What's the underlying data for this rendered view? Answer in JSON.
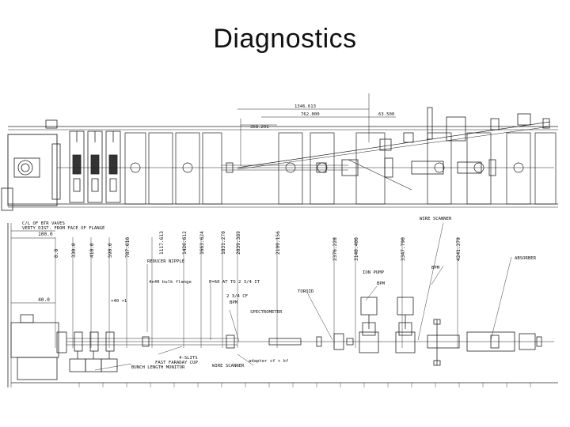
{
  "slide": {
    "title": "Diagnostics"
  },
  "top_view": {
    "dimensions": [
      "1346.613",
      "762.000",
      "358.291",
      "63.500"
    ]
  },
  "side_view": {
    "header_note": [
      "C/L OF BTR VAVES",
      "VERTY DIST. FROM FACE OF FLANGE"
    ],
    "left_dims": [
      "100.0",
      "40.0"
    ],
    "vertical_dims": [
      "0.0",
      "330.0",
      "410.0",
      "590.0",
      "787.616",
      "1117.613",
      "1426.612",
      "1663.624",
      "1831.270",
      "2039.389",
      "2199.156",
      "2376.228",
      "3140.406",
      "3347.790",
      "4241.379"
    ],
    "labels": {
      "wire_scanner_top": "WIRE SCANNER",
      "bpm_right": "BPM",
      "absorber": "ABSORBER",
      "reducer_nipple": "REDUCER NIPPLE",
      "bulk_flange": "4x40 bulk flange",
      "pneo_flange": "P=60 AT TO 2 3/4 IT",
      "ion_pump": "ION PUMP",
      "bpm_mid": "BPM",
      "toroid": "TOROID",
      "dia_note": "+40 +1",
      "cf_note": "2 3/4 CF",
      "bpm_small": "BPM",
      "spectrometer": "SPECTROMETER",
      "four_slits": "4-SLITS",
      "fast_faraday": "FAST FARADAY CUP",
      "bunch_length": "BUNCH LENGTH MONITOR",
      "wire_scanner_bot": "WIRE SCANNER",
      "adapter": "adapter cf + kf"
    }
  }
}
